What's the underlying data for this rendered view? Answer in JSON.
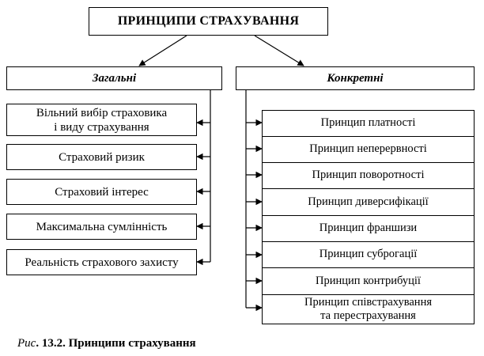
{
  "title": "ПРИНЦИПИ СТРАХУВАННЯ",
  "general": {
    "heading": "Загальні",
    "items": [
      "Вільний вибір страховика\nі виду страхування",
      "Страховий ризик",
      "Страховий інтерес",
      "Максимальна сумлінність",
      "Реальність страхового захисту"
    ]
  },
  "specific": {
    "heading": "Конкретні",
    "items": [
      "Принцип платності",
      "Принцип неперервності",
      "Принцип поворотності",
      "Принцип диверсифікації",
      "Принцип франшизи",
      "Принцип суброгації",
      "Принцип контрибуції",
      "Принцип співстрахування\nта перестрахування"
    ]
  },
  "caption": {
    "prefix": "Рис",
    "rest": ". 13.2. Принципи страхування"
  }
}
